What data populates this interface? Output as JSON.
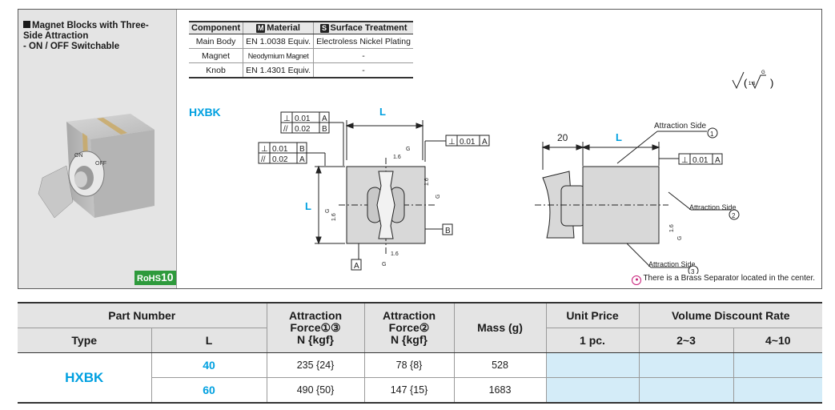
{
  "product": {
    "title_line1": "Magnet Blocks with Three-",
    "title_line2": "Side Attraction",
    "title_line3": "- ON / OFF Switchable",
    "knob_on": "ON",
    "knob_off": "OFF",
    "rohs_label": "RoHS",
    "rohs_num": "10"
  },
  "material_table": {
    "headers": {
      "component": "Component",
      "material_badge": "M",
      "material": "Material",
      "surface_badge": "S",
      "surface": "Surface Treatment"
    },
    "rows": [
      {
        "component": "Main Body",
        "material": "EN 1.0038 Equiv.",
        "surface": "Electroless Nickel Plating"
      },
      {
        "component": "Magnet",
        "material": "Neodymium Magnet",
        "surface": "-"
      },
      {
        "component": "Knob",
        "material": "EN 1.4301 Equiv.",
        "surface": "-"
      }
    ]
  },
  "drawing": {
    "series_label": "HXBK",
    "dim_L": "L",
    "dim_20": "20",
    "tol_perp_1": "0.01",
    "ref_A": "A",
    "tol_par_1": "0.02",
    "ref_B": "B",
    "surface_16": "1.6",
    "surface_G": "G",
    "attraction_side_1": "Attraction Side",
    "attraction_side_2": "Attraction Side",
    "attraction_side_3": "Attraction Side",
    "circ_1": "1",
    "circ_2": "2",
    "circ_3": "3",
    "roughness_general": "1.6",
    "note": "There is a Brass Separator located in the center."
  },
  "price_table": {
    "headers": {
      "part_number": "Part Number",
      "type": "Type",
      "L": "L",
      "force13_line1": "Attraction",
      "force13_line2": "Force①③",
      "force13_line3": "N {kgf}",
      "force2_line1": "Attraction",
      "force2_line2": "Force②",
      "force2_line3": "N {kgf}",
      "mass": "Mass (g)",
      "unit_price": "Unit Price",
      "one_pc": "1 pc.",
      "volume_discount": "Volume Discount Rate",
      "q1": "2~3",
      "q2": "4~10"
    },
    "type_value": "HXBK",
    "rows": [
      {
        "L": "40",
        "force13": "235 {24}",
        "force2": "78 {8}",
        "mass": "528"
      },
      {
        "L": "60",
        "force13": "490 {50}",
        "force2": "147 {15}",
        "mass": "1683"
      }
    ]
  }
}
